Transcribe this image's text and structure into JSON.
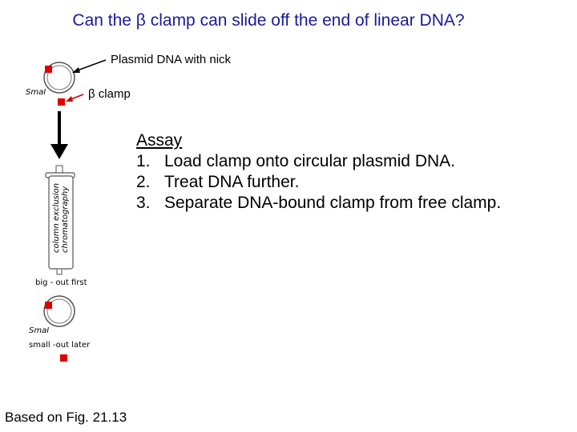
{
  "title": "Can the β clamp can slide off the end of linear DNA?",
  "labels": {
    "plasmid": "Plasmid DNA with nick",
    "clamp": "β clamp",
    "sma_top": "SmaI",
    "sma_bottom": "SmaI",
    "column_line1": "column exclusion",
    "column_line2": "chromatography",
    "big_out": "big - out first",
    "small_out": "small -out later"
  },
  "assay": {
    "heading": "Assay",
    "steps": [
      {
        "num": "1.",
        "text": "Load clamp onto circular plasmid DNA."
      },
      {
        "num": "2.",
        "text": "Treat DNA further."
      },
      {
        "num": "3.",
        "text": "Separate DNA-bound clamp from free clamp."
      }
    ]
  },
  "footer": "Based on Fig. 21.13",
  "colors": {
    "title": "#1a1a9a",
    "clamp": "#dd0000",
    "arrow": "#cc0000"
  }
}
